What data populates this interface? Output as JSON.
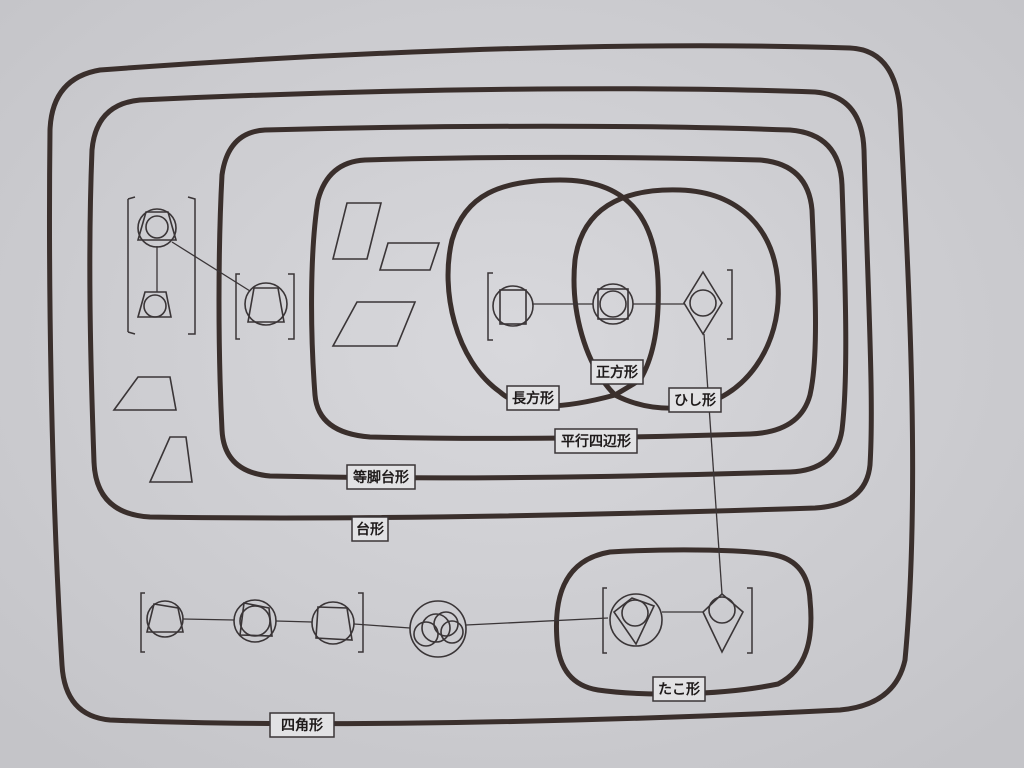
{
  "diagram": {
    "labels": {
      "rectangle": "長方形",
      "square": "正方形",
      "rhombus": "ひし形",
      "parallelogram": "平行四辺形",
      "isosceles_trapezoid": "等脚台形",
      "trapezoid": "台形",
      "kite": "たこ形",
      "quadrilateral": "四角形"
    },
    "colors": {
      "paper": "#d3d3d7",
      "ink": "#3a2f2c"
    }
  }
}
